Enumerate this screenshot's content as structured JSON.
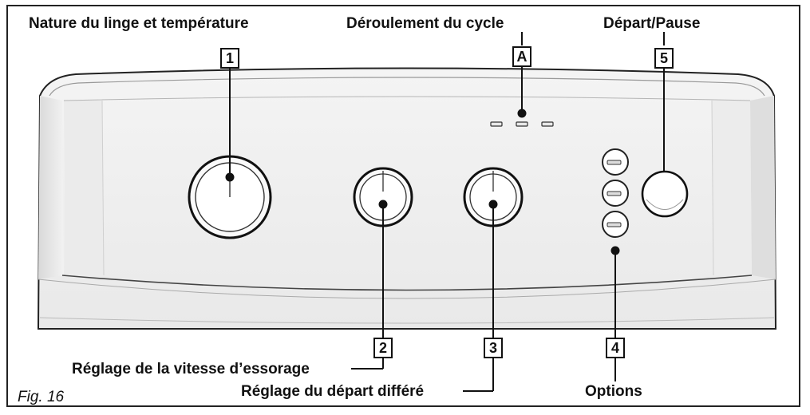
{
  "labels": {
    "nature": "Nature du linge et température",
    "deroulement": "Déroulement du cycle",
    "depart_pause": "Départ/Pause",
    "vitesse": "Réglage de la vitesse d’essorage",
    "differe": "Réglage du départ différé",
    "options": "Options"
  },
  "callouts": {
    "c1": "1",
    "cA": "A",
    "c5": "5",
    "c2": "2",
    "c3": "3",
    "c4": "4"
  },
  "figure": "Fig. 16"
}
